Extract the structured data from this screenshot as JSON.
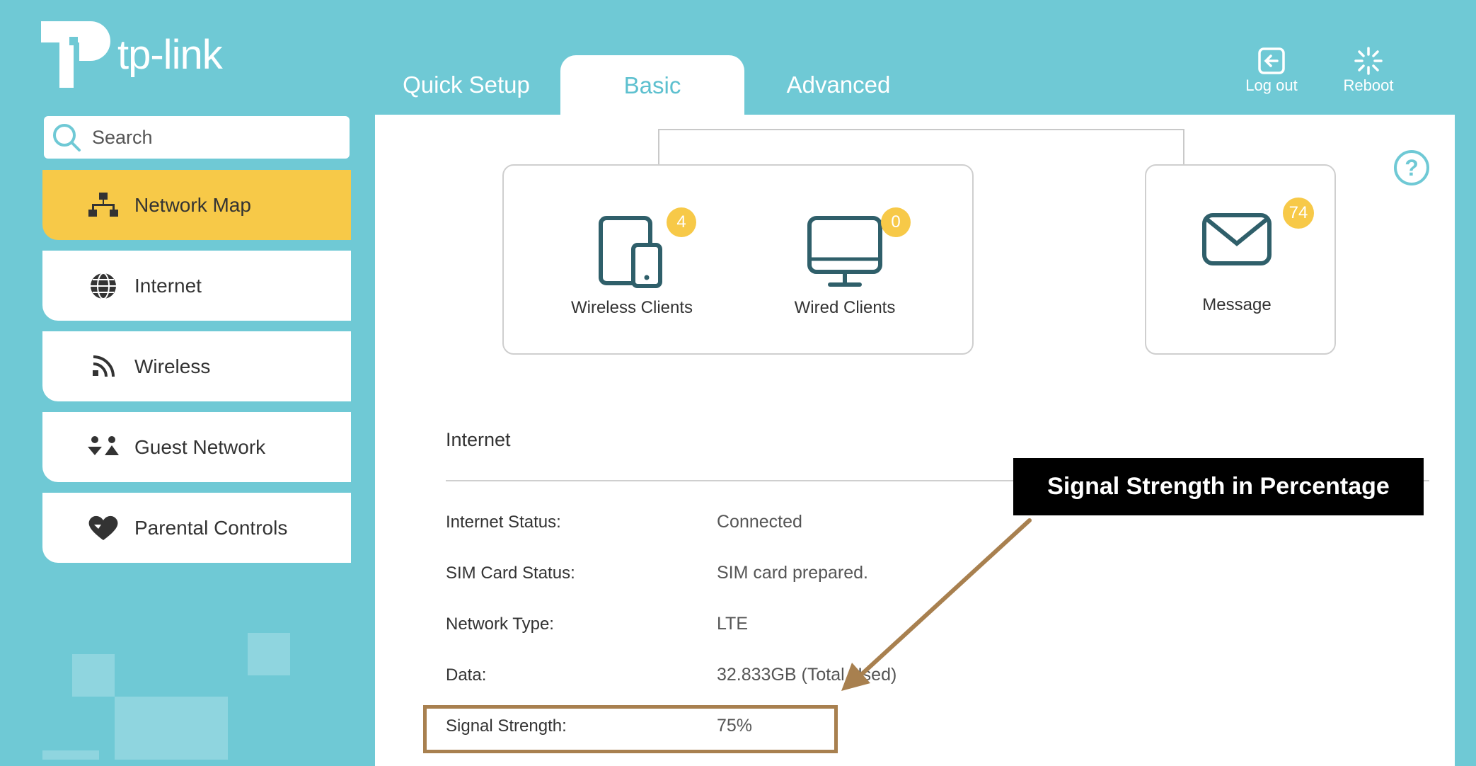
{
  "brand": {
    "logo_text": "tp-link",
    "primary": "#6fc9d5",
    "accent": "#f7c948"
  },
  "tabs": [
    {
      "label": "Quick Setup"
    },
    {
      "label": "Basic"
    },
    {
      "label": "Advanced"
    }
  ],
  "header_actions": {
    "logout": {
      "label": "Log out",
      "icon": "logout-icon"
    },
    "reboot": {
      "label": "Reboot",
      "icon": "reboot-icon"
    }
  },
  "search": {
    "placeholder": "Search"
  },
  "sidebar": {
    "items": [
      {
        "label": "Network Map",
        "icon": "network-map-icon",
        "active": true
      },
      {
        "label": "Internet",
        "icon": "globe-icon"
      },
      {
        "label": "Wireless",
        "icon": "wifi-icon"
      },
      {
        "label": "Guest Network",
        "icon": "guest-icon"
      },
      {
        "label": "Parental Controls",
        "icon": "heart-icon"
      }
    ]
  },
  "network_map": {
    "wireless_clients": {
      "label": "Wireless Clients",
      "count": "4"
    },
    "wired_clients": {
      "label": "Wired Clients",
      "count": "0"
    },
    "message": {
      "label": "Message",
      "count": "74"
    }
  },
  "internet": {
    "title": "Internet",
    "rows": [
      {
        "label": "Internet Status:",
        "value": "Connected"
      },
      {
        "label": "SIM Card Status:",
        "value": "SIM card prepared."
      },
      {
        "label": "Network Type:",
        "value": "LTE"
      },
      {
        "label": "Data:",
        "value": "32.833GB (Total Used)"
      },
      {
        "label": "Signal Strength:",
        "value": "75%"
      }
    ]
  },
  "annotation": {
    "text": "Signal Strength in Percentage",
    "arrow_color": "#a8804f"
  }
}
